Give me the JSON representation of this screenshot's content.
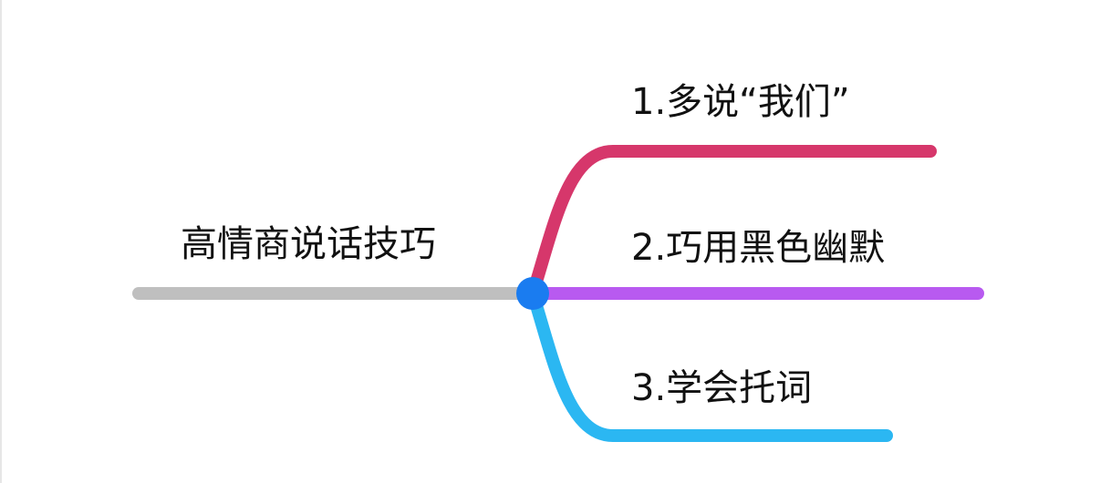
{
  "root": {
    "label": "高情商说话技巧",
    "line_color": "#bfbfbf",
    "node_color": "#1a7cf0"
  },
  "branches": [
    {
      "label": "1.多说“我们”",
      "color": "#d6376b"
    },
    {
      "label": "2.巧用黑色幽默",
      "color": "#b85af0"
    },
    {
      "label": "3.学会托词",
      "color": "#2bb7f2"
    }
  ]
}
